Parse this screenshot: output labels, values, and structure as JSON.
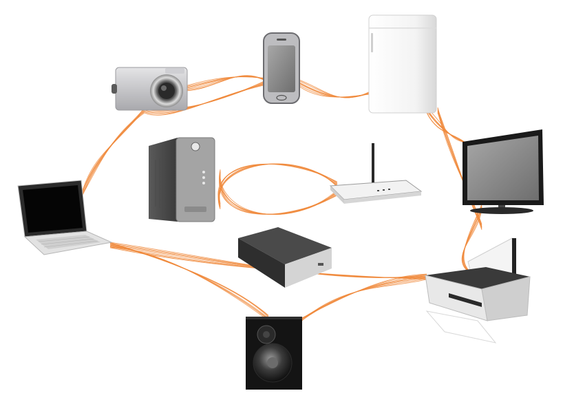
{
  "scene": {
    "background": "#ffffff",
    "wire_color": "#f08a3c",
    "devices": [
      {
        "id": "camera",
        "icon": "digital-camera-icon"
      },
      {
        "id": "smartphone",
        "icon": "smartphone-icon"
      },
      {
        "id": "refrigerator",
        "icon": "refrigerator-icon"
      },
      {
        "id": "television",
        "icon": "flat-screen-tv-icon"
      },
      {
        "id": "laptop",
        "icon": "laptop-icon"
      },
      {
        "id": "desktop-tower",
        "icon": "desktop-tower-icon"
      },
      {
        "id": "router",
        "icon": "wifi-router-icon"
      },
      {
        "id": "external-drive",
        "icon": "external-hard-drive-icon"
      },
      {
        "id": "printer",
        "icon": "printer-icon"
      },
      {
        "id": "speaker",
        "icon": "speaker-icon"
      }
    ]
  }
}
